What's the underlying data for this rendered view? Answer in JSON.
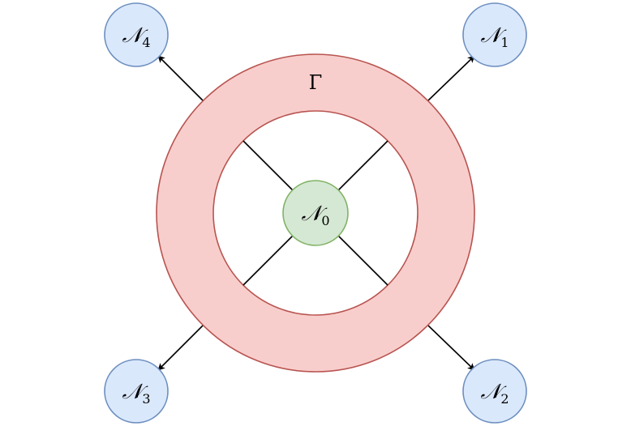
{
  "diagram": {
    "ring": {
      "label": "Γ",
      "fill": "#f8cecc",
      "stroke": "#b85450"
    },
    "center": {
      "symbol": "𝒩",
      "subscript": "0",
      "fill": "#d5e8d4",
      "stroke": "#82b366"
    },
    "neighbors": [
      {
        "symbol": "𝒩",
        "subscript": "1",
        "position": "top-right"
      },
      {
        "symbol": "𝒩",
        "subscript": "2",
        "position": "bottom-right"
      },
      {
        "symbol": "𝒩",
        "subscript": "3",
        "position": "bottom-left"
      },
      {
        "symbol": "𝒩",
        "subscript": "4",
        "position": "top-left"
      }
    ],
    "neighbor_style": {
      "fill": "#dae8fc",
      "stroke": "#6c8ebf"
    },
    "edge_color": "#000000"
  }
}
